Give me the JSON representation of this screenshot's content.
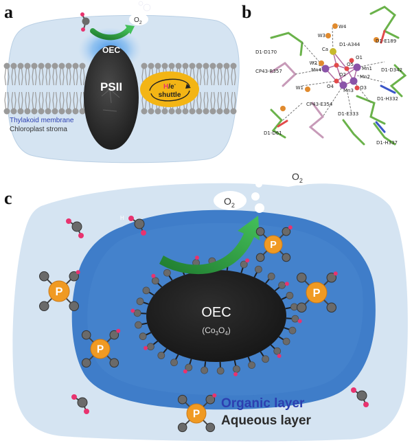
{
  "panels": {
    "a": {
      "letter": "a",
      "o2": "O",
      "o2_sub": "2",
      "oec": "OEC",
      "psii": "PSII",
      "shuttle_h": "H",
      "shuttle_rest": "/e",
      "shuttle_sup": "-",
      "shuttle_word": "shuttle",
      "membrane_label": "Thylakoid membrane",
      "stroma_label": "Chloroplast stroma"
    },
    "b": {
      "letter": "b",
      "labels": [
        "W4",
        "W3",
        "D1-D170",
        "Ca",
        "D1-A344",
        "D1-E189",
        "O1",
        "Mn1",
        "W2",
        "O5",
        "CP43-R357",
        "Mn4",
        "O2",
        "Mn2",
        "D1-D342",
        "W1",
        "O4",
        "Mn3",
        "O3",
        "CP43-E354",
        "D1-H332",
        "D1-D61",
        "D1-E333",
        "D1-H337"
      ]
    },
    "c": {
      "letter": "c",
      "o2": "O",
      "o2_sub": "2",
      "o2_top": "O",
      "o2_top_sub": "2",
      "oec": "OEC",
      "oec_formula_a": "(Co",
      "oec_formula_sub1": "3",
      "oec_formula_b": "O",
      "oec_formula_sub2": "4",
      "oec_formula_c": ")",
      "organic_label": "Organic layer",
      "aqueous_label": "Aqueous layer",
      "p_symbol": "P",
      "h_symbol": "H"
    }
  },
  "colors": {
    "light_blue_bg": "#d5e4f2",
    "organic_blue": "#3f7dc9",
    "oec_black": "#232323",
    "green_arrow": "#2e9a3d",
    "shuttle_yellow": "#f3b515",
    "phosphate_orange": "#f09a23",
    "hydrogen_pink": "#e8336f",
    "oxygen_gray": "#6a6a6a",
    "organic_text": "#2c3fb0",
    "aqueous_text": "#2b2b2b"
  }
}
